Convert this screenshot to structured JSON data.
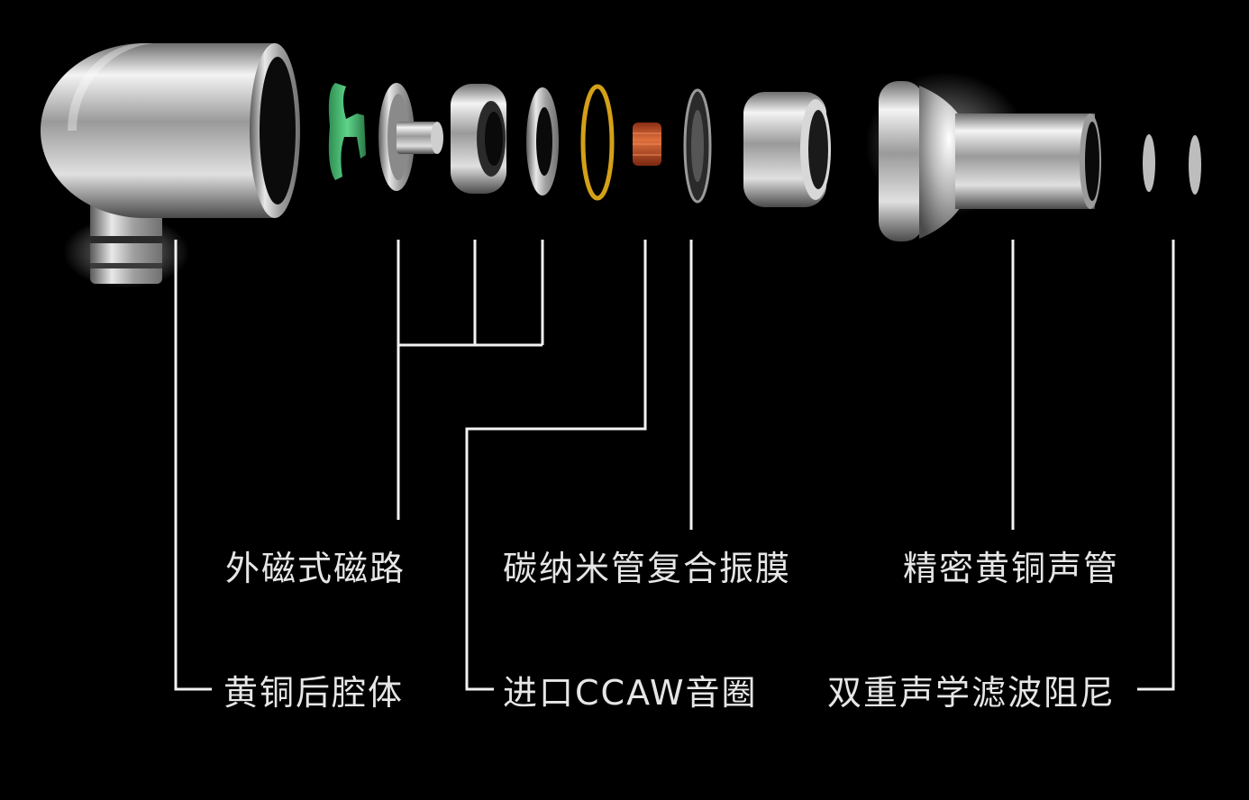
{
  "diagram": {
    "labels": {
      "magnetic_circuit": "外磁式磁路",
      "diaphragm": "碳纳米管复合振膜",
      "sound_tube": "精密黄铜声管",
      "rear_cavity": "黄铜后腔体",
      "voice_coil": "进口CCAW音圈",
      "acoustic_filter": "双重声学滤波阻尼"
    },
    "colors": {
      "background": "#000000",
      "leader_line": "#f2f2f2",
      "label_text": "#e6e6e6",
      "metal": "#c8c8c8",
      "gasket_green": "#3fb36a",
      "coil_gold": "#d4a017",
      "coil_copper": "#c8502a"
    }
  }
}
